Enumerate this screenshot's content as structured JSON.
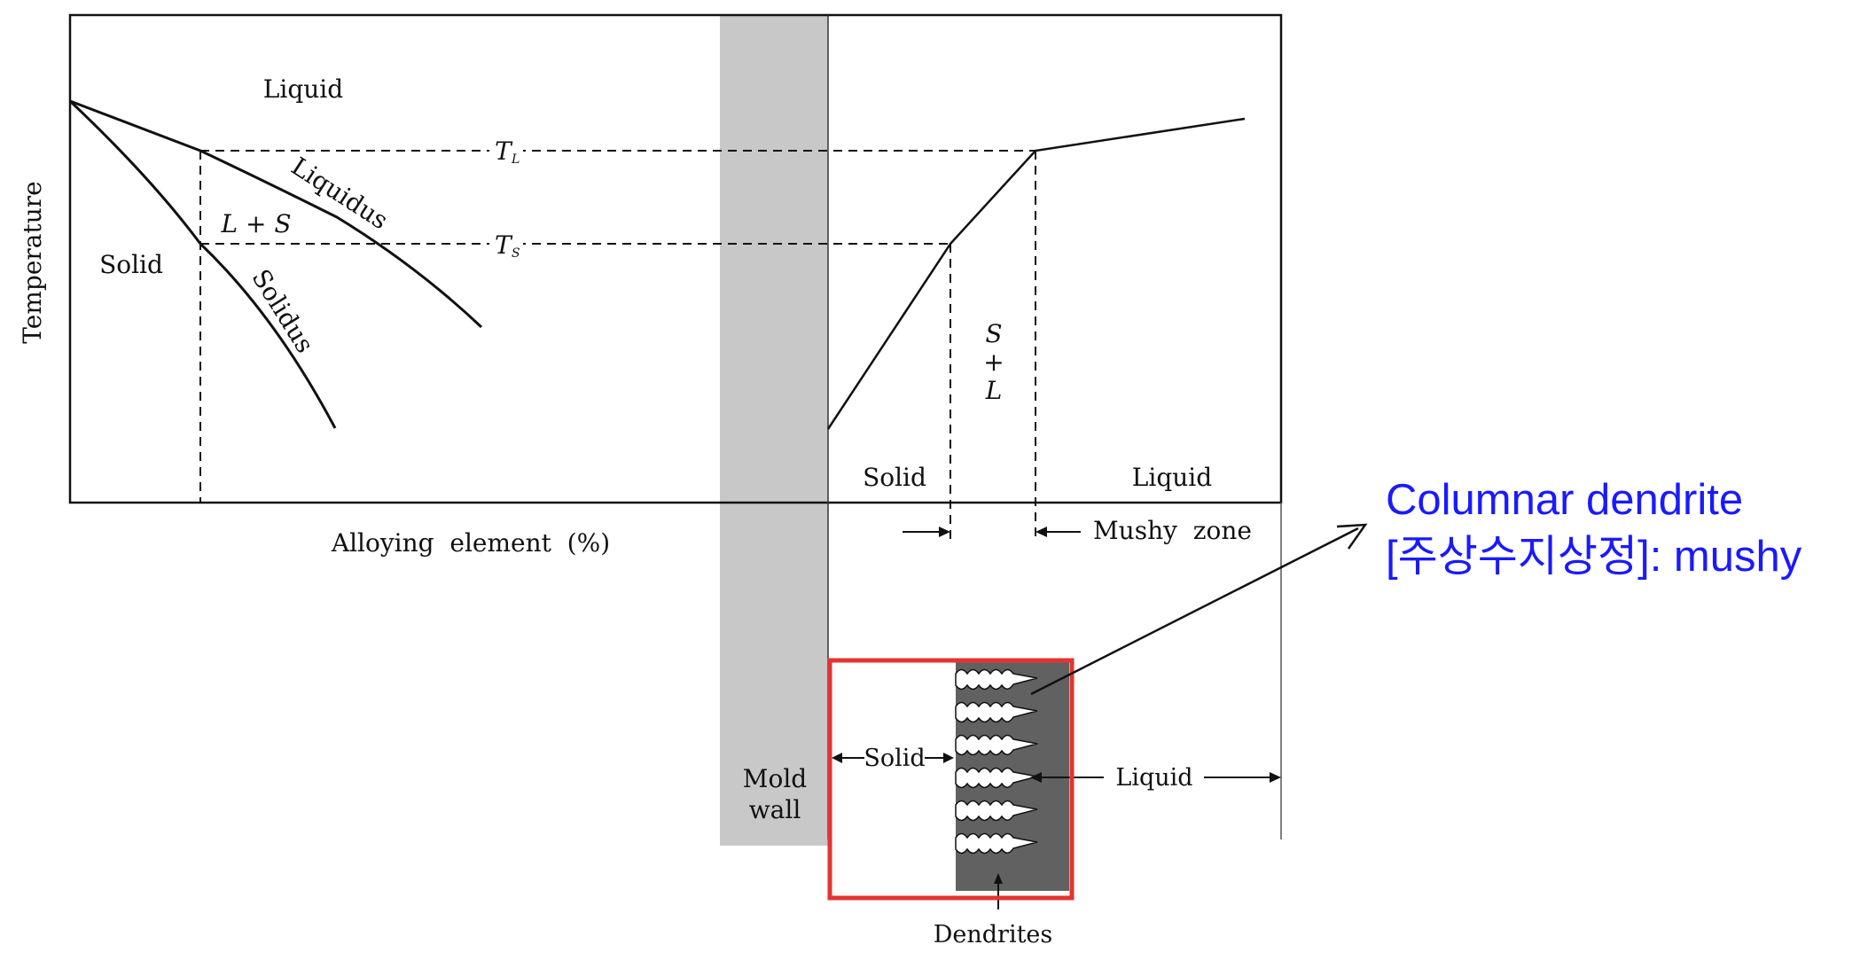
{
  "diagram": {
    "phase_diagram": {
      "y_axis_label": "Temperature",
      "x_axis_label": "Alloying  element  (%)",
      "region_liquid": "Liquid",
      "region_solid": "Solid",
      "region_two_phase": "L + S",
      "liquidus_label": "Liquidus",
      "solidus_label": "Solidus",
      "tl_symbol": "T",
      "tl_subscript": "L",
      "ts_symbol": "T",
      "ts_subscript": "S"
    },
    "temperature_profile": {
      "solid_label": "Solid",
      "liquid_label": "Liquid",
      "mushy_s": "S",
      "mushy_plus": "+",
      "mushy_l": "L",
      "mushy_zone_label": "Mushy  zone"
    },
    "mold": {
      "line1": "Mold",
      "line2": "wall"
    },
    "casting": {
      "solid_label": "Solid",
      "liquid_label": "Liquid",
      "dendrites_label": "Dendrites"
    },
    "annotation": {
      "line1": "Columnar dendrite",
      "line2": "[주상수지상정]: mushy"
    },
    "colors": {
      "mold_wall": "#c8c8c8",
      "dendrite_fill": "#616161",
      "highlight_box": "#e3342f",
      "annotation_text": "#1a1aff"
    }
  }
}
